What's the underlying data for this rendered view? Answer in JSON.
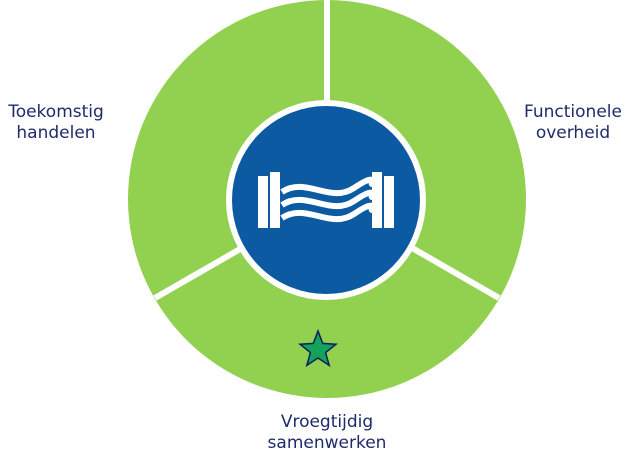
{
  "diagram": {
    "segments": [
      {
        "label": [
          "Toekomstig",
          "handelen"
        ],
        "color": "#92d050"
      },
      {
        "label": [
          "Functionele",
          "overheid"
        ],
        "color": "#92d050"
      },
      {
        "label": [
          "Vroegtijdig",
          "samenwerken"
        ],
        "color": "#92d050",
        "marked": true
      }
    ],
    "center_icon": "bridge-icon",
    "marker_icon": "star-icon"
  },
  "colors": {
    "ring": "#92d050",
    "divider": "#ffffff",
    "hub": "#0b5aa2",
    "hub_border": "#ffffff",
    "icon": "#ffffff",
    "star": "#13a35a",
    "star_stroke": "#0b1f5c",
    "label_text": "#1f2a6b"
  }
}
